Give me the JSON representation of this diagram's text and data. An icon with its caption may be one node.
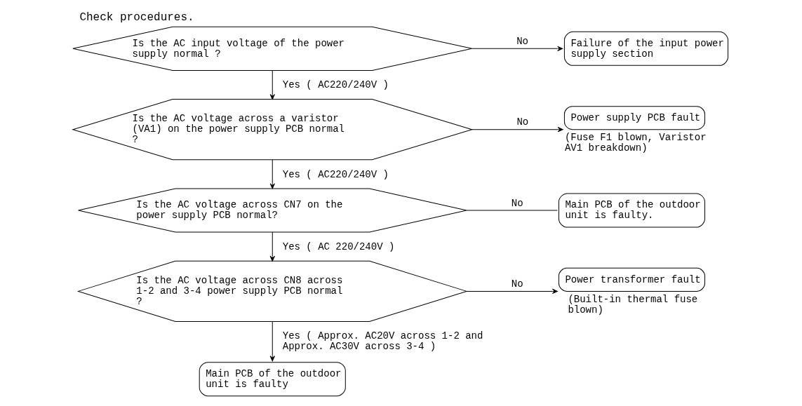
{
  "diagram": {
    "title": "Check procedures.",
    "nodes": [
      {
        "text": [
          "Is the AC input voltage of the power supply normal ?"
        ]
      },
      {
        "text": [
          "Failure of the input power supply section"
        ]
      },
      {
        "text": [
          "Is the AC voltage across a varistor (VA1) on the power supply PCB normal ?"
        ]
      },
      {
        "text": [
          "Power supply PCB fault"
        ],
        "beside": [
          "(Fuse F1 blown, Varistor AV1 breakdown)"
        ]
      },
      {
        "text": [
          "Is the AC voltage across CN7 on the power supply PCB normal?"
        ]
      },
      {
        "text": [
          "Main PCB of the outdoor unit is faulty."
        ]
      },
      {
        "text": [
          "Is the AC voltage across CN8 across 1-2 and 3-4 power supply PCB normal ?"
        ]
      },
      {
        "text": [
          "Power transformer fault"
        ],
        "beside": [
          "(Built-in thermal fuse blown)"
        ]
      },
      {
        "text": [
          "Main PCB of the outdoor unit is faulty"
        ]
      }
    ],
    "edges": [
      {
        "from": 0,
        "to": 1,
        "arrow": "to",
        "label": "No"
      },
      {
        "from": 0,
        "to": 2,
        "arrow": "to",
        "label": "Yes ( AC220/240V )"
      },
      {
        "from": 2,
        "to": 3,
        "arrow": "to",
        "label": "No"
      },
      {
        "from": 2,
        "to": 4,
        "arrow": "to",
        "label": "Yes ( AC220/240V )"
      },
      {
        "from": 4,
        "to": 5,
        "arrow": "none",
        "label": "No"
      },
      {
        "from": 4,
        "to": 6,
        "arrow": "to",
        "label": "Yes ( AC 220/240V )"
      },
      {
        "from": 6,
        "to": 7,
        "arrow": "to",
        "label": "No"
      },
      {
        "from": 6,
        "to": 8,
        "arrow": "to",
        "label": "Yes ( Approx. AC20V across 1-2 and Approx. AC30V across 3-4 )"
      }
    ]
  }
}
